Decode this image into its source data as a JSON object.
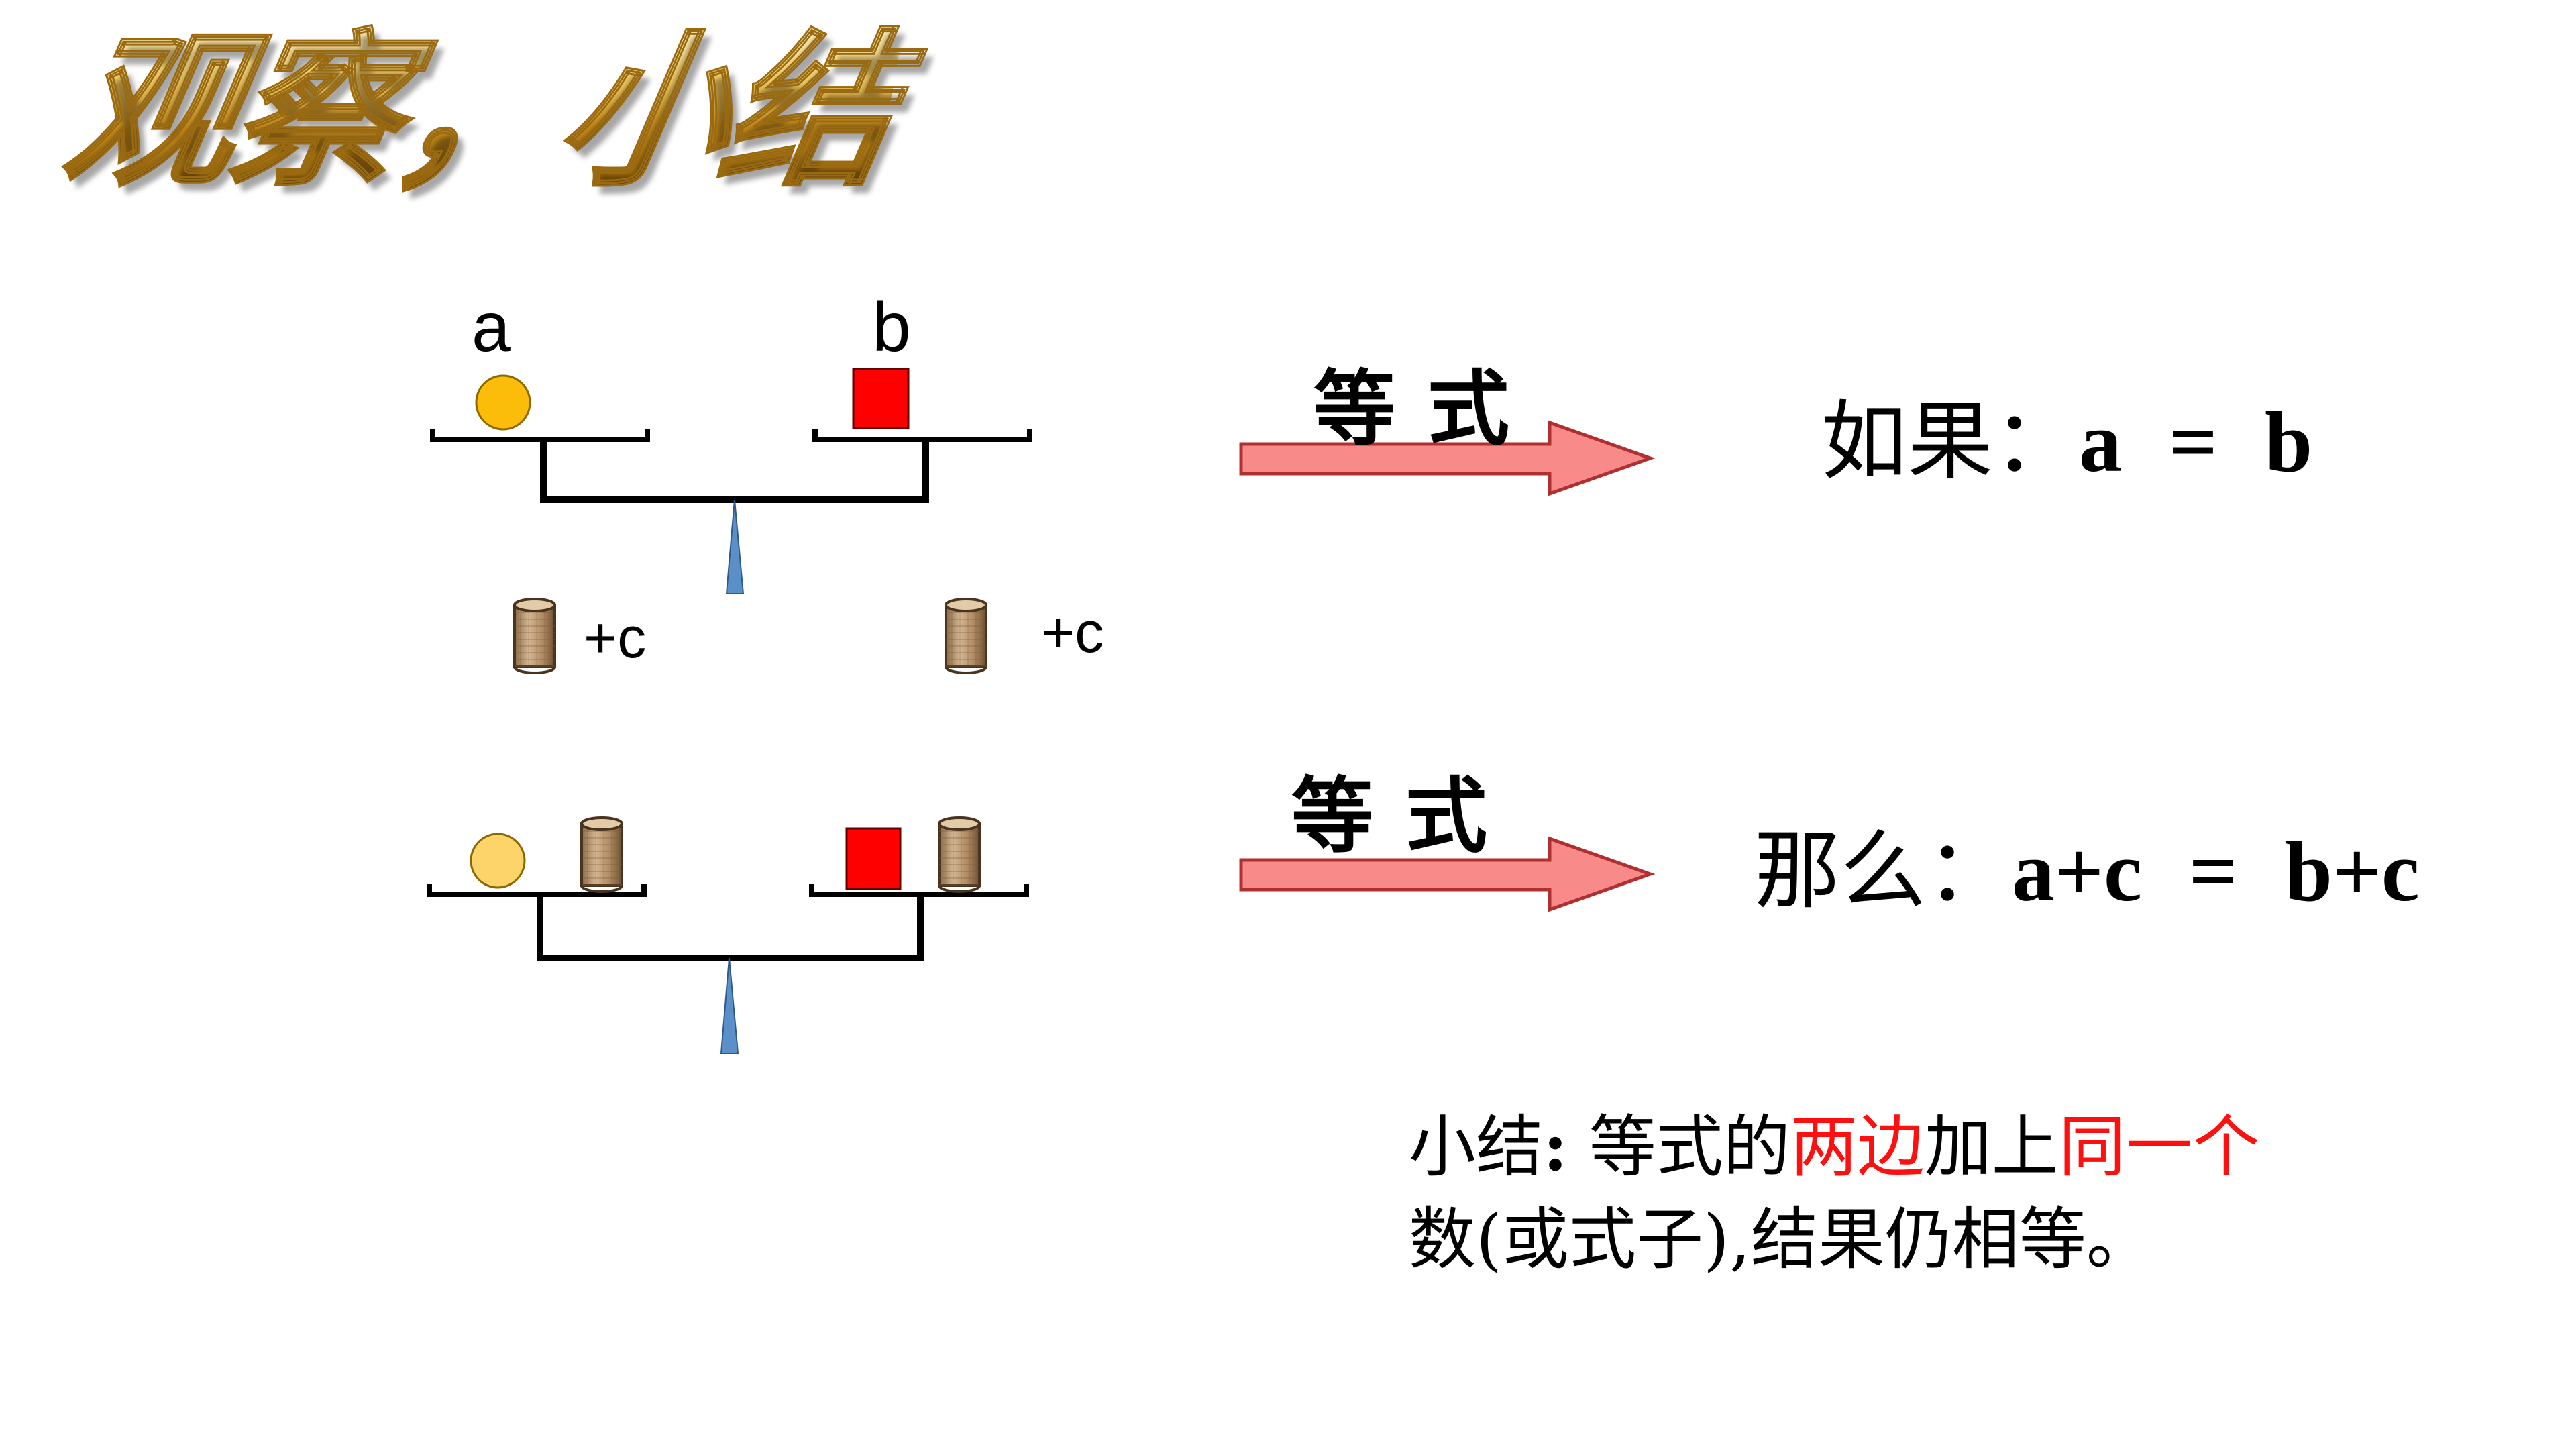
{
  "title": "观察，小结",
  "labels": {
    "a": "a",
    "b": "b",
    "plus_c_left": "+c",
    "plus_c_right": "+c"
  },
  "arrow1": {
    "label": "等式"
  },
  "arrow2": {
    "label": "等式"
  },
  "equation1": {
    "prefix": "如果：",
    "lhs": "a",
    "op": "=",
    "rhs": "b"
  },
  "equation2": {
    "prefix": "那么：",
    "lhs": "a+c",
    "op": "=",
    "rhs": "b+c"
  },
  "summary": {
    "lead": "小结",
    "colon": ":",
    "part1": " 等式的",
    "highlight1": "两边",
    "part2": "加上",
    "highlight2": "同一个",
    "line2": "数(或式子),结果仍相等。"
  },
  "colors": {
    "highlight": "#ff1010",
    "arrow_fill": "#f98a8a",
    "arrow_stroke": "#b03030",
    "circle_top": "#fcbd0a",
    "circle_bottom": "#fcd46a",
    "square": "#ff0000",
    "fulcrum": "#5b8fc8",
    "weight": "#b08a62"
  }
}
